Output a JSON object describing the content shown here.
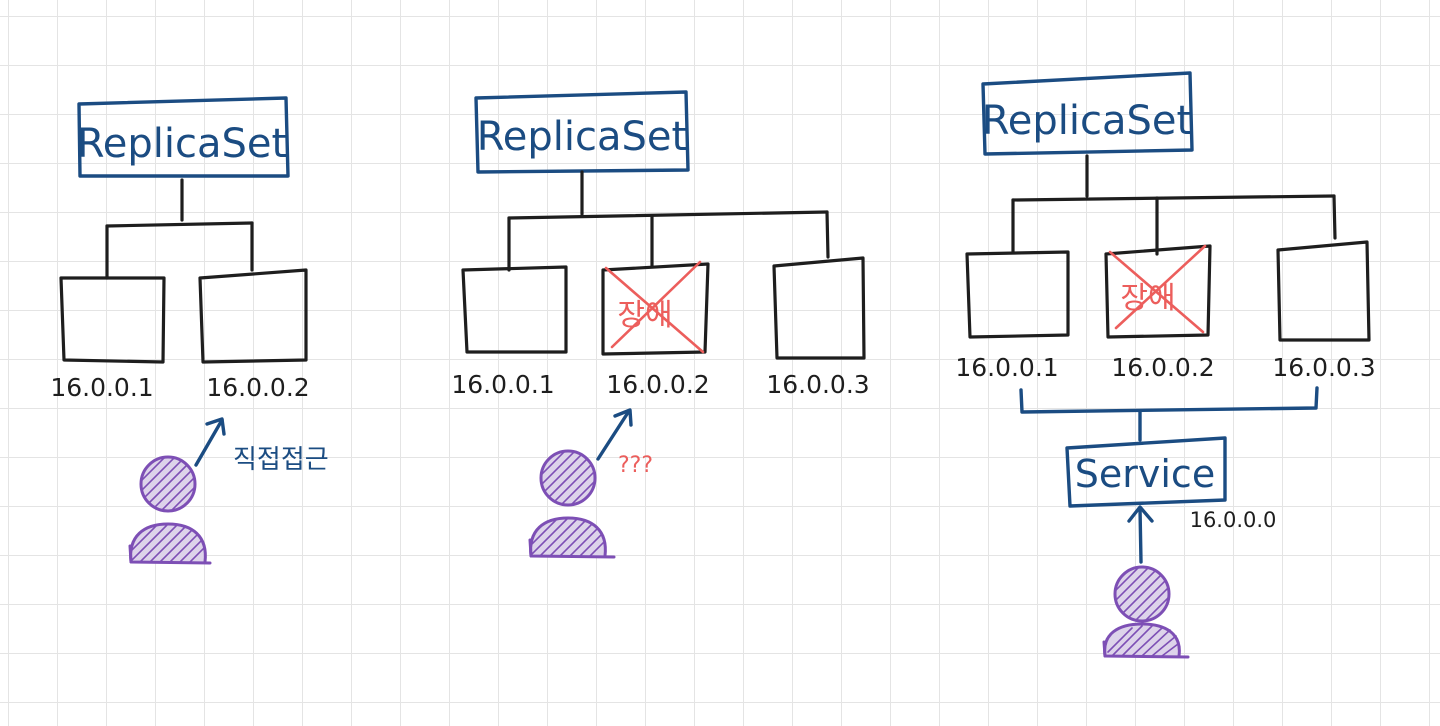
{
  "diagrams": [
    {
      "controller_label": "ReplicaSet",
      "pods": [
        {
          "ip": "16.0.0.1",
          "failed": false
        },
        {
          "ip": "16.0.0.2",
          "failed": false
        }
      ],
      "user_note": "직접접근"
    },
    {
      "controller_label": "ReplicaSet",
      "pods": [
        {
          "ip": "16.0.0.1",
          "failed": false
        },
        {
          "ip": "16.0.0.2",
          "failed": true,
          "failure_text": "장애"
        },
        {
          "ip": "16.0.0.3",
          "failed": false
        }
      ],
      "user_note": "???"
    },
    {
      "controller_label": "ReplicaSet",
      "pods": [
        {
          "ip": "16.0.0.1",
          "failed": false
        },
        {
          "ip": "16.0.0.2",
          "failed": true,
          "failure_text": "장애"
        },
        {
          "ip": "16.0.0.3",
          "failed": false
        }
      ],
      "service": {
        "label": "Service",
        "ip": "16.0.0.0"
      }
    }
  ],
  "colors": {
    "ink_blue": "#1b4c82",
    "ink_black": "#1e1e1e",
    "ink_red": "#ec5e5c",
    "ink_purple": "#7d4fb5",
    "grid": "#e4e4e4"
  },
  "icons": [
    "user-icon",
    "arrow-up-right-icon",
    "arrow-up-icon",
    "x-mark-icon"
  ]
}
